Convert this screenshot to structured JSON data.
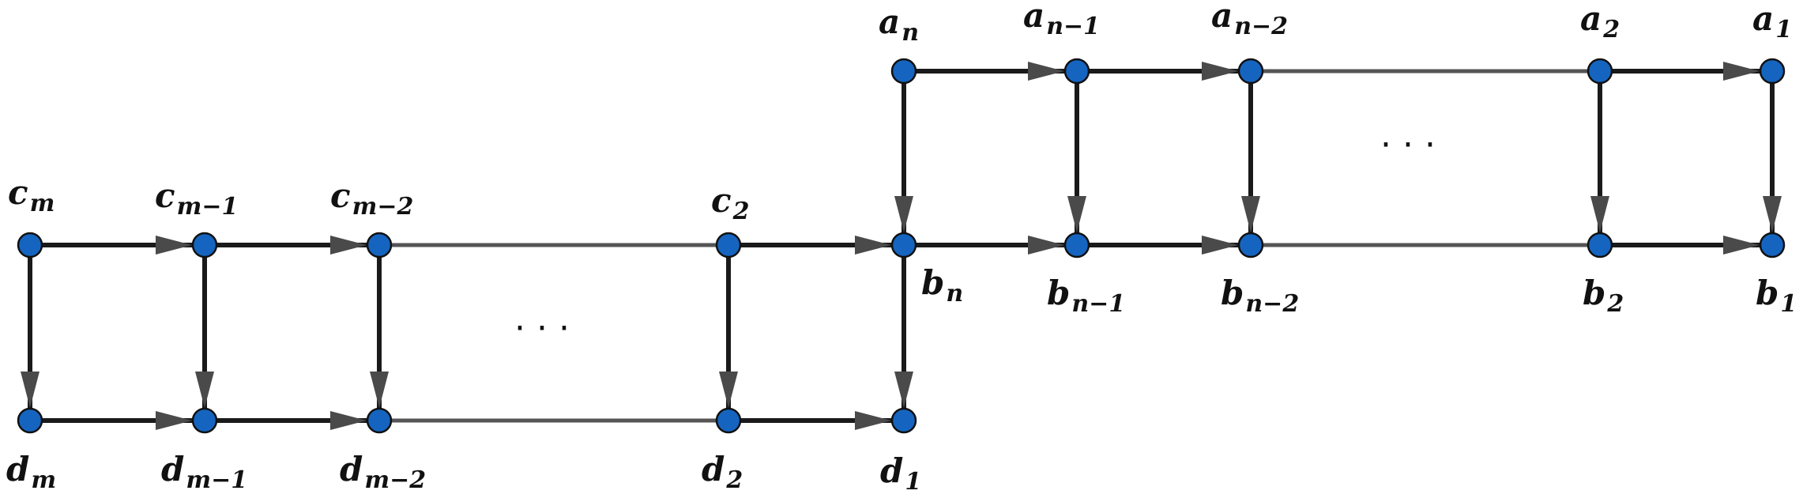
{
  "nodes": [
    {
      "id": "a_n",
      "base": "a",
      "sub": "n"
    },
    {
      "id": "a_n-1",
      "base": "a",
      "sub": "n−1"
    },
    {
      "id": "a_n-2",
      "base": "a",
      "sub": "n−2"
    },
    {
      "id": "a_2",
      "base": "a",
      "sub": "2"
    },
    {
      "id": "a_1",
      "base": "a",
      "sub": "1"
    },
    {
      "id": "b_n",
      "base": "b",
      "sub": "n"
    },
    {
      "id": "b_n-1",
      "base": "b",
      "sub": "n−1"
    },
    {
      "id": "b_n-2",
      "base": "b",
      "sub": "n−2"
    },
    {
      "id": "b_2",
      "base": "b",
      "sub": "2"
    },
    {
      "id": "b_1",
      "base": "b",
      "sub": "1"
    },
    {
      "id": "c_m",
      "base": "c",
      "sub": "m"
    },
    {
      "id": "c_m-1",
      "base": "c",
      "sub": "m−1"
    },
    {
      "id": "c_m-2",
      "base": "c",
      "sub": "m−2"
    },
    {
      "id": "c_2",
      "base": "c",
      "sub": "2"
    },
    {
      "id": "d_m",
      "base": "d",
      "sub": "m"
    },
    {
      "id": "d_m-1",
      "base": "d",
      "sub": "m−1"
    },
    {
      "id": "d_m-2",
      "base": "d",
      "sub": "m−2"
    },
    {
      "id": "d_2",
      "base": "d",
      "sub": "2"
    },
    {
      "id": "d_1",
      "base": "d",
      "sub": "1"
    }
  ],
  "edges": [
    {
      "from": "a_n",
      "to": "a_n-1",
      "directed": true,
      "style": "solid"
    },
    {
      "from": "a_n-1",
      "to": "a_n-2",
      "directed": true,
      "style": "solid"
    },
    {
      "from": "a_n-2",
      "to": "a_2",
      "directed": false,
      "style": "dim"
    },
    {
      "from": "a_2",
      "to": "a_1",
      "directed": true,
      "style": "solid"
    },
    {
      "from": "a_n",
      "to": "b_n",
      "directed": true,
      "style": "solid"
    },
    {
      "from": "a_n-1",
      "to": "b_n-1",
      "directed": true,
      "style": "solid"
    },
    {
      "from": "a_n-2",
      "to": "b_n-2",
      "directed": true,
      "style": "solid"
    },
    {
      "from": "a_2",
      "to": "b_2",
      "directed": true,
      "style": "solid"
    },
    {
      "from": "a_1",
      "to": "b_1",
      "directed": true,
      "style": "solid"
    },
    {
      "from": "b_n",
      "to": "b_n-1",
      "directed": true,
      "style": "solid"
    },
    {
      "from": "b_n-1",
      "to": "b_n-2",
      "directed": true,
      "style": "solid"
    },
    {
      "from": "b_n-2",
      "to": "b_2",
      "directed": false,
      "style": "dim"
    },
    {
      "from": "b_2",
      "to": "b_1",
      "directed": true,
      "style": "solid"
    },
    {
      "from": "c_m",
      "to": "c_m-1",
      "directed": true,
      "style": "solid"
    },
    {
      "from": "c_m-1",
      "to": "c_m-2",
      "directed": true,
      "style": "solid"
    },
    {
      "from": "c_m-2",
      "to": "c_2",
      "directed": false,
      "style": "dim"
    },
    {
      "from": "c_2",
      "to": "b_n",
      "directed": true,
      "style": "solid"
    },
    {
      "from": "c_m",
      "to": "d_m",
      "directed": true,
      "style": "solid"
    },
    {
      "from": "c_m-1",
      "to": "d_m-1",
      "directed": true,
      "style": "solid"
    },
    {
      "from": "c_m-2",
      "to": "d_m-2",
      "directed": true,
      "style": "solid"
    },
    {
      "from": "c_2",
      "to": "d_2",
      "directed": true,
      "style": "solid"
    },
    {
      "from": "b_n",
      "to": "d_1",
      "directed": true,
      "style": "solid"
    },
    {
      "from": "d_m",
      "to": "d_m-1",
      "directed": true,
      "style": "solid"
    },
    {
      "from": "d_m-1",
      "to": "d_m-2",
      "directed": true,
      "style": "solid"
    },
    {
      "from": "d_m-2",
      "to": "d_2",
      "directed": false,
      "style": "dim"
    },
    {
      "from": "d_2",
      "to": "d_1",
      "directed": true,
      "style": "solid"
    }
  ],
  "ellipses": [
    {
      "id": "ellipsis-top",
      "text": "· · ·"
    },
    {
      "id": "ellipsis-bottom",
      "text": "· · ·"
    }
  ],
  "colors": {
    "node_fill": "#1565c0",
    "edge": "#1a1a1a",
    "edge_dim": "#555555",
    "arrow": "#4a4a4a",
    "label": "#111111"
  }
}
